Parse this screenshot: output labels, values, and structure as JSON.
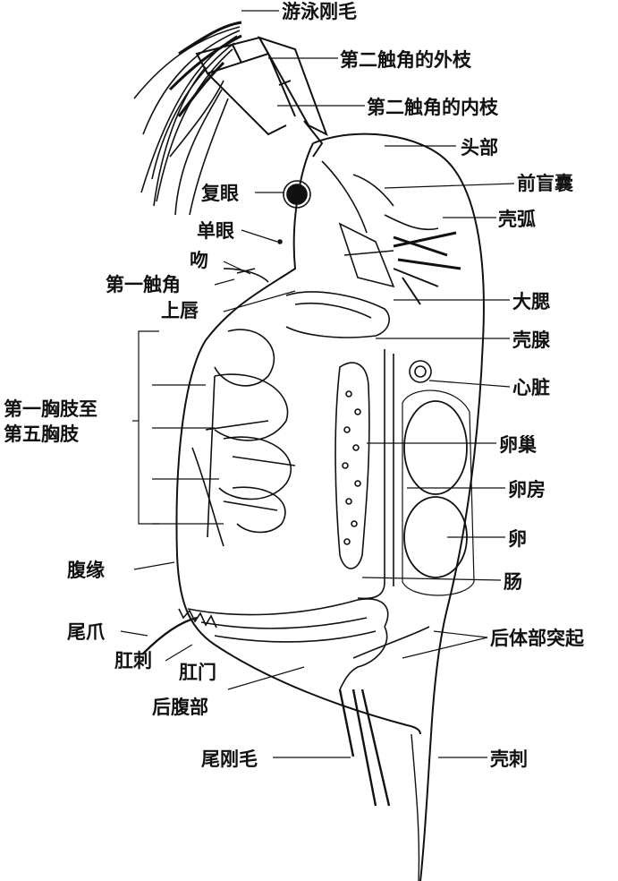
{
  "labels": {
    "swim_setae": "游泳刚毛",
    "antenna2_outer": "第二触角的外枝",
    "antenna2_inner": "第二触角的内枝",
    "head": "头部",
    "caecum": "前盲囊",
    "fornix": "壳弧",
    "compound_eye": "复眼",
    "ocellus": "单眼",
    "rostrum": "吻",
    "antenna1": "第一触角",
    "upper_lip": "上唇",
    "mandible": "大腮",
    "shell_gland": "壳腺",
    "heart": "心脏",
    "thoracic_limbs_1": "第一胸肢至",
    "thoracic_limbs_2": "第五胸肢",
    "ovary": "卵巢",
    "brood_chamber": "卵房",
    "egg": "卵",
    "intestine": "肠",
    "ventral_margin": "腹缘",
    "postabdominal_claw": "尾爪",
    "anal_spines": "肛刺",
    "anus": "肛门",
    "postabdomen": "后腹部",
    "abdominal_process": "后体部突起",
    "caudal_setae": "尾刚毛",
    "shell_spine": "壳刺"
  }
}
